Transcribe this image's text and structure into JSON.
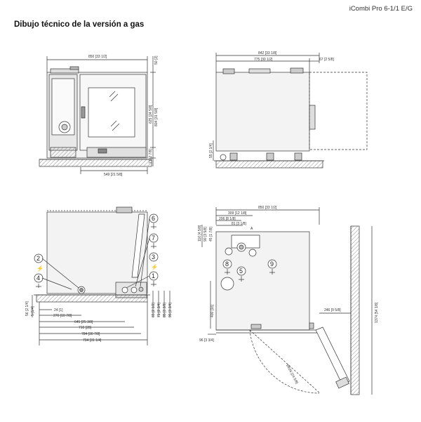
{
  "header": {
    "model": "iCombi Pro 6-1/1 E/G",
    "title": "Dibujo técnico de la versión a gas"
  },
  "front_view": {
    "width": "850 [33 1/2]",
    "top_right": "50 [2]",
    "height_inner": "625 [24 5/8]",
    "height_total": "804 [31 5/8]",
    "leg_height": "71 [2 7/8]",
    "bottom_width": "549 [21 5/8]"
  },
  "side_view": {
    "depth_total": "842 [33 1/8]",
    "depth_inner": "775 [30 1/2]",
    "door_offset": "67 [2 5/8]",
    "feet_height": "55 [2 1/4]"
  },
  "connections_view": {
    "left_a": "56 [2 1/4]",
    "left_b": "5 [1/4]",
    "h1": "24 [1]",
    "h2": "276 [10 7/8]",
    "h3": "645 [25 3/8]",
    "h4": "710 [28]",
    "h5": "784 [30 7/8]",
    "h6": "794 [31 1/4]",
    "right_a": "65 [2 1/2]",
    "right_b": "71 [2 3/4]",
    "right_c": "85 [3 3/8]",
    "right_d": "95 [3 3/4]",
    "labels": [
      "1",
      "2",
      "3",
      "4",
      "5",
      "6",
      "7",
      "8",
      "9"
    ]
  },
  "top_view": {
    "width": "850 [33 1/2]",
    "d1": "309 [12 1/8]",
    "d2": "206 [8 1/8]",
    "d3": "81 [3 1/8]",
    "point": "A",
    "v1": "116 [4 5/8]",
    "v2": "90 [3 5/8]",
    "v3": "45 [1 7/8]",
    "v4": "400 [16]",
    "wall_gap": "246 [9 5/8]",
    "door_radius": "Ø626 [24 5/8]",
    "total_depth": "1374 [54 1/8]",
    "bottom_left": "96 [3 3/4]"
  }
}
